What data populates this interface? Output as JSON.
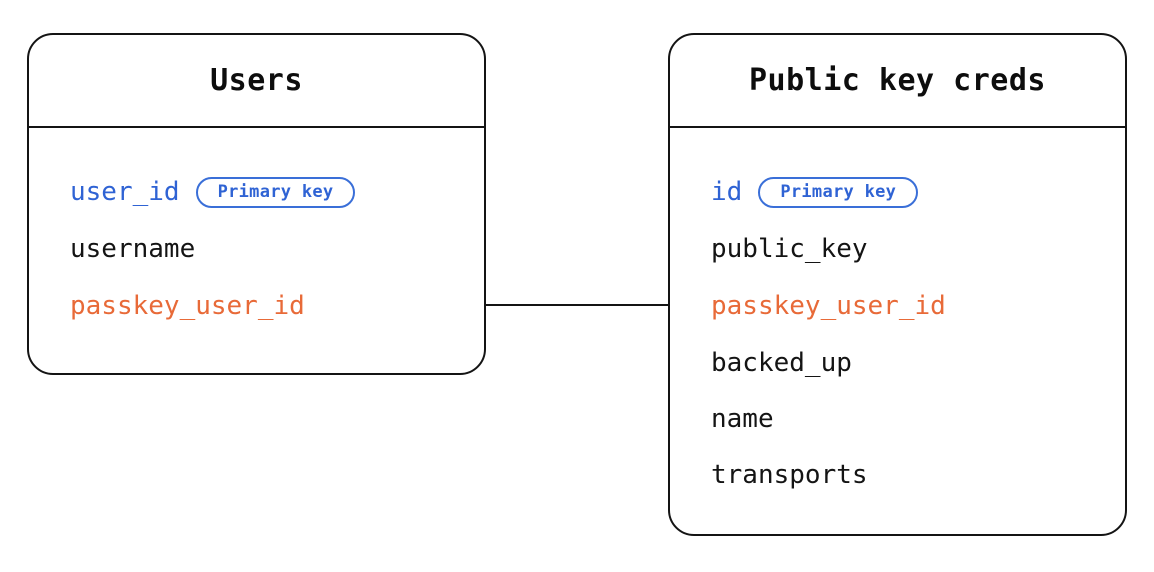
{
  "diagram": {
    "type": "entity-relationship-diagram",
    "background_color": "#ffffff",
    "stroke_color": "#141414",
    "colors": {
      "primary_key_blue": "#2f63d4",
      "badge_border_blue": "#3a6fd8",
      "foreign_key_orange": "#e86a38",
      "text_black": "#141414"
    },
    "badge_labels": {
      "primary_key": "Primary key"
    },
    "entities": [
      {
        "id": "users",
        "title": "Users",
        "fields": [
          {
            "name": "user_id",
            "role": "pk",
            "badge": "Primary key"
          },
          {
            "name": "username",
            "role": "plain",
            "badge": null
          },
          {
            "name": "passkey_user_id",
            "role": "fk",
            "badge": null
          }
        ]
      },
      {
        "id": "public-key-creds",
        "title": "Public key creds",
        "fields": [
          {
            "name": "id",
            "role": "pk",
            "badge": "Primary key"
          },
          {
            "name": "public_key",
            "role": "plain",
            "badge": null
          },
          {
            "name": "passkey_user_id",
            "role": "fk",
            "badge": null
          },
          {
            "name": "backed_up",
            "role": "plain",
            "badge": null
          },
          {
            "name": "name",
            "role": "plain",
            "badge": null
          },
          {
            "name": "transports",
            "role": "plain",
            "badge": null
          }
        ]
      }
    ],
    "relationships": [
      {
        "id": "users-to-public-key-creds",
        "from_entity": "users",
        "from_field": "passkey_user_id",
        "to_entity": "public-key-creds",
        "to_field": "passkey_user_id"
      }
    ]
  }
}
